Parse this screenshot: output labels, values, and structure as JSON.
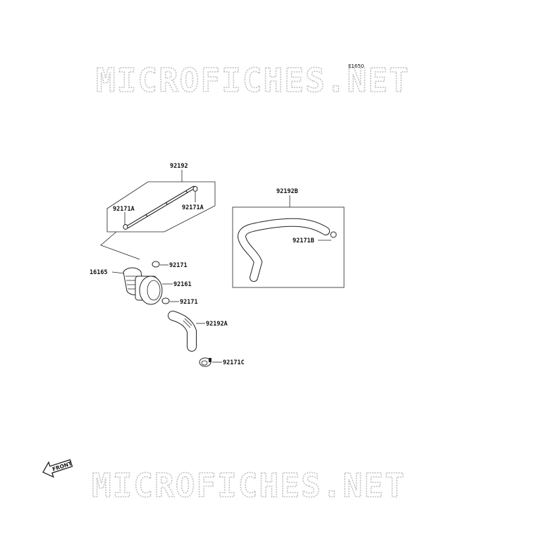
{
  "diagram_code": "E1650",
  "watermark": "MICROFICHES.NET",
  "front_label": "FRONT",
  "parts": {
    "p92192": "92192",
    "p92171A_left": "92171A",
    "p92171A_right": "92171A",
    "p92192B": "92192B",
    "p92171B": "92171B",
    "p92171_top": "92171",
    "p16165": "16165",
    "p92161": "92161",
    "p92171_bottom": "92171",
    "p92192A": "92192A",
    "p92171C": "92171C"
  }
}
